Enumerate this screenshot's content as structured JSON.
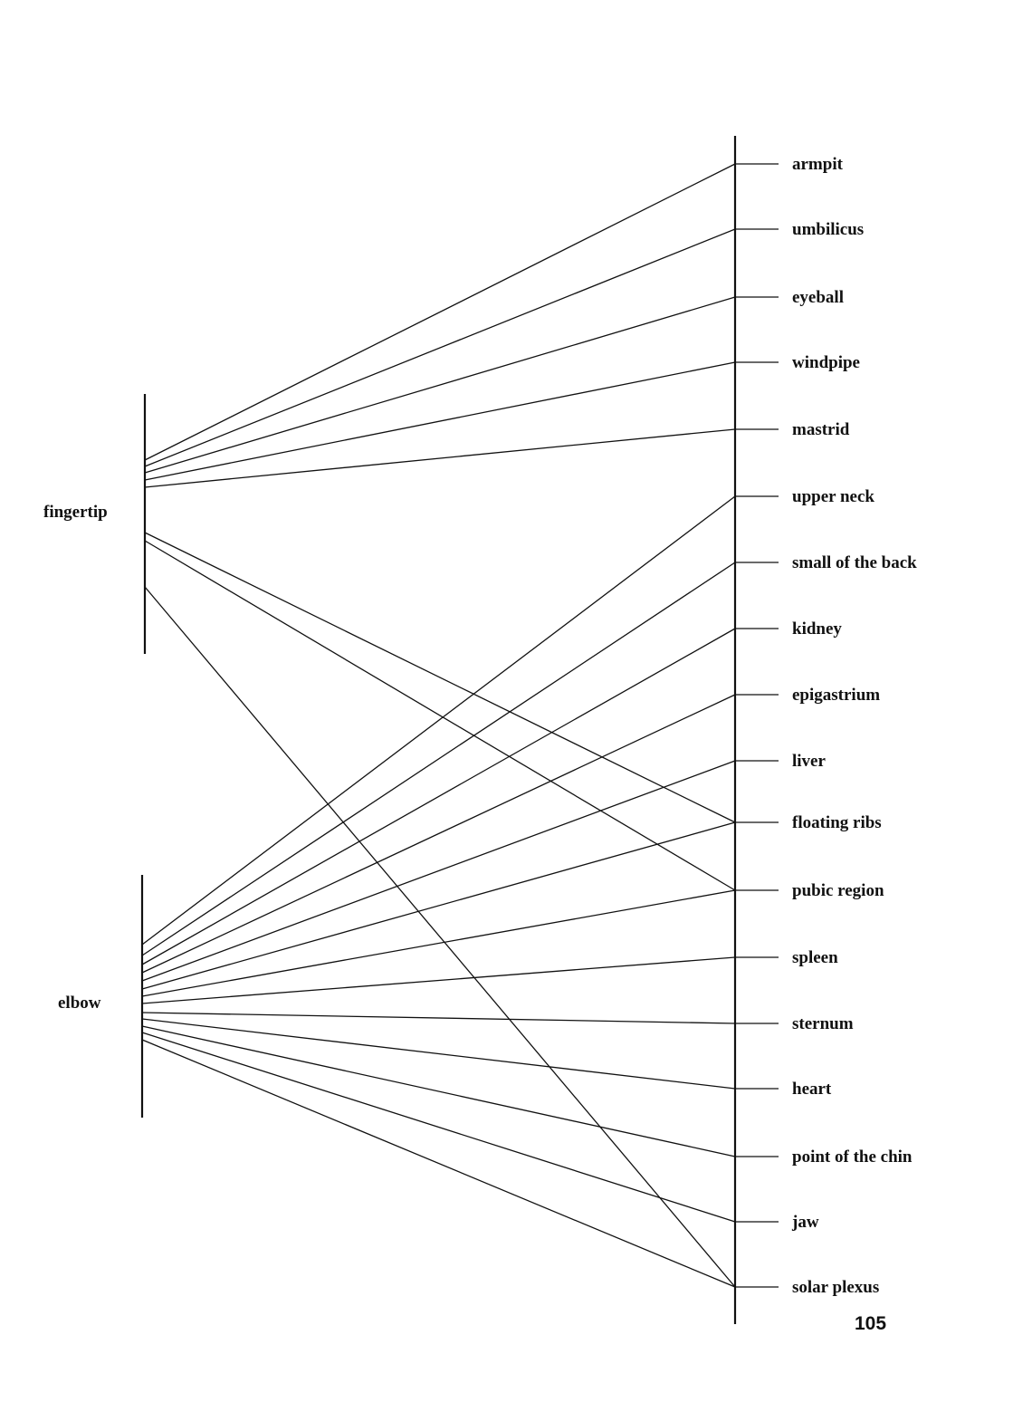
{
  "diagram": {
    "sources": [
      {
        "id": "fingertip",
        "label": "fingertip"
      },
      {
        "id": "elbow",
        "label": "elbow"
      }
    ],
    "targets": [
      "armpit",
      "umbilicus",
      "eyeball",
      "windpipe",
      "mastrid",
      "upper neck",
      "small of the back",
      "kidney",
      "epigastrium",
      "liver",
      "floating ribs",
      "pubic region",
      "spleen",
      "sternum",
      "heart",
      "point of the chin",
      "jaw",
      "solar plexus"
    ],
    "connections": [
      {
        "from": "fingertip",
        "to": "armpit"
      },
      {
        "from": "fingertip",
        "to": "umbilicus"
      },
      {
        "from": "fingertip",
        "to": "eyeball"
      },
      {
        "from": "fingertip",
        "to": "windpipe"
      },
      {
        "from": "fingertip",
        "to": "mastrid"
      },
      {
        "from": "fingertip",
        "to": "floating ribs"
      },
      {
        "from": "fingertip",
        "to": "pubic region"
      },
      {
        "from": "fingertip",
        "to": "solar plexus"
      },
      {
        "from": "elbow",
        "to": "upper neck"
      },
      {
        "from": "elbow",
        "to": "small of the back"
      },
      {
        "from": "elbow",
        "to": "kidney"
      },
      {
        "from": "elbow",
        "to": "epigastrium"
      },
      {
        "from": "elbow",
        "to": "liver"
      },
      {
        "from": "elbow",
        "to": "floating ribs"
      },
      {
        "from": "elbow",
        "to": "pubic region"
      },
      {
        "from": "elbow",
        "to": "spleen"
      },
      {
        "from": "elbow",
        "to": "sternum"
      },
      {
        "from": "elbow",
        "to": "heart"
      },
      {
        "from": "elbow",
        "to": "point of the chin"
      },
      {
        "from": "elbow",
        "to": "jaw"
      },
      {
        "from": "elbow",
        "to": "solar plexus"
      }
    ]
  },
  "page_number": "105"
}
